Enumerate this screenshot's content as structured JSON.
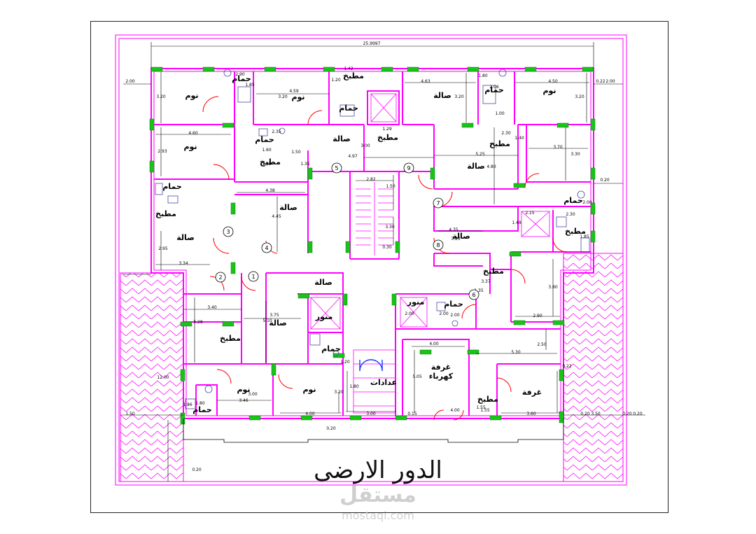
{
  "title": "الدور الارضى",
  "watermark": {
    "arabic": "مستقل",
    "latin": "mostaqi.com"
  },
  "colors": {
    "wall": "#ff00ff",
    "window": "#19c419",
    "line": "#000000",
    "hatch": "#ff00ff",
    "door": "#ff0000"
  },
  "overall_dimension": "25.9997",
  "rooms": [
    {
      "id": "r1",
      "label": "مطبخ"
    },
    {
      "id": "r2",
      "label": "حمام"
    },
    {
      "id": "r3",
      "label": "نوم"
    },
    {
      "id": "r4",
      "label": "نوم"
    },
    {
      "id": "r5",
      "label": "حمام"
    },
    {
      "id": "r6",
      "label": "صالة"
    },
    {
      "id": "r7",
      "label": "حمام"
    },
    {
      "id": "r8",
      "label": "نوم"
    },
    {
      "id": "r9",
      "label": "نوم"
    },
    {
      "id": "r10",
      "label": "حمام"
    },
    {
      "id": "r11",
      "label": "مطبخ"
    },
    {
      "id": "r12",
      "label": "صالة"
    },
    {
      "id": "r13",
      "label": "مطبخ"
    },
    {
      "id": "r14",
      "label": "صالة"
    },
    {
      "id": "r15",
      "label": "مطبخ"
    },
    {
      "id": "r16",
      "label": "حمام"
    },
    {
      "id": "r17",
      "label": "صالة"
    },
    {
      "id": "r18",
      "label": "حمام"
    },
    {
      "id": "r19",
      "label": "مطبخ"
    },
    {
      "id": "r20",
      "label": "صالة"
    },
    {
      "id": "r21",
      "label": "مطبخ"
    },
    {
      "id": "r22",
      "label": "صالة"
    },
    {
      "id": "r23",
      "label": "صالة"
    },
    {
      "id": "r24",
      "label": "مطبخ"
    },
    {
      "id": "r25",
      "label": "منور"
    },
    {
      "id": "r26",
      "label": "منور"
    },
    {
      "id": "r27",
      "label": "حمام"
    },
    {
      "id": "r28",
      "label": "حمام"
    },
    {
      "id": "r29",
      "label": "مطبخ"
    },
    {
      "id": "r30",
      "label": "صالة"
    },
    {
      "id": "r31",
      "label": "نوم"
    },
    {
      "id": "r32",
      "label": "نوم"
    },
    {
      "id": "r33",
      "label": "حمام"
    },
    {
      "id": "r34",
      "label": "عدادات"
    },
    {
      "id": "r35",
      "label": "غرفة"
    },
    {
      "id": "r36",
      "label": "كهرباء"
    },
    {
      "id": "r37",
      "label": "مطبخ"
    },
    {
      "id": "r38",
      "label": "غرفة"
    }
  ],
  "dimensions": [
    "1.42",
    "1.20",
    "4.63",
    "4.50",
    "0.22",
    "2.00",
    "2.00",
    "3.20",
    "4.59",
    "3.20",
    "3.20",
    "3.20",
    "1.80",
    "1.85",
    "2.06",
    "2.90",
    "1.00",
    "2.30",
    "1.29",
    "1.40",
    "2.35",
    "4.60",
    "2.93",
    "1.60",
    "1.50",
    "5.25",
    "3.70",
    "4.97",
    "3.00",
    "3.30",
    "1.35",
    "1.35",
    "4.80",
    "2.82",
    "1.50",
    "2.00",
    "0.20",
    "4.38",
    "2.15",
    "2.30",
    "4.45",
    "3.30",
    "1.48",
    "4.35",
    "3.23",
    "2.95",
    "3.34",
    "0.30",
    "1.85",
    "2.00",
    "3.37",
    "3.80",
    "1.35",
    "3.40",
    "3.75",
    "5.28",
    "5.10",
    "2.00",
    "2.00",
    "2.90",
    "4.00",
    "2.50",
    "5.30",
    "0.22",
    "1.20",
    "12.00",
    "1.80",
    "5.05",
    "3.00",
    "3.46",
    "1.80",
    "3.20",
    "1.86",
    "4.00",
    "3.00",
    "1.55",
    "1.55",
    "3.60",
    "0.15",
    "4.00",
    "0.20",
    "0.20",
    "0.20",
    "1.50",
    "0.20",
    "3.50",
    "0.20"
  ],
  "markers": [
    "1",
    "2",
    "3",
    "4",
    "5",
    "6",
    "7",
    "8",
    "9"
  ]
}
